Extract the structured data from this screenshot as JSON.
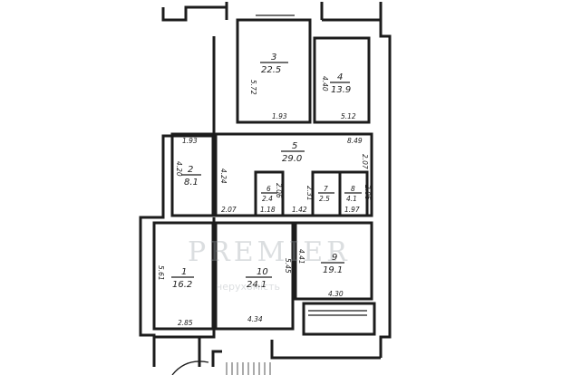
{
  "rooms": [
    {
      "number": "3",
      "area": "22.5"
    },
    {
      "number": "4",
      "area": "13.9"
    },
    {
      "number": "5",
      "area": "29.0"
    },
    {
      "number": "2",
      "area": "8.1"
    },
    {
      "number": "6",
      "area": "2.4"
    },
    {
      "number": "7",
      "area": "2.5"
    },
    {
      "number": "8",
      "area": "4.1"
    },
    {
      "number": "1",
      "area": "16.2"
    },
    {
      "number": "10",
      "area": "24.1"
    },
    {
      "number": "9",
      "area": "19.1"
    }
  ],
  "dims": {
    "r3_left": "5.72",
    "r3_bottom": "1.93",
    "r4_left": "4.40",
    "r4_bottom": "5.12",
    "r2_top": "1.93",
    "r2_left": "4.20",
    "r5_top": "8.49",
    "r5_left": "4.24",
    "r5_right": "2.07",
    "r5_bl": "2.07",
    "r6_w": "1.18",
    "r6_h": "2.06",
    "r7_h": "2.31",
    "r7_bottom": "1.42",
    "r8_h": "2.06",
    "r8_bottom": "1.97",
    "r1_left": "5.61",
    "r1_bottom": "2.85",
    "r10_bottom": "4.34",
    "r10_right": "5.45",
    "r9_left": "4.41",
    "r9_bottom": "4.30"
  },
  "watermark": {
    "brand": "PREMIER",
    "sub": "нерухомість"
  }
}
